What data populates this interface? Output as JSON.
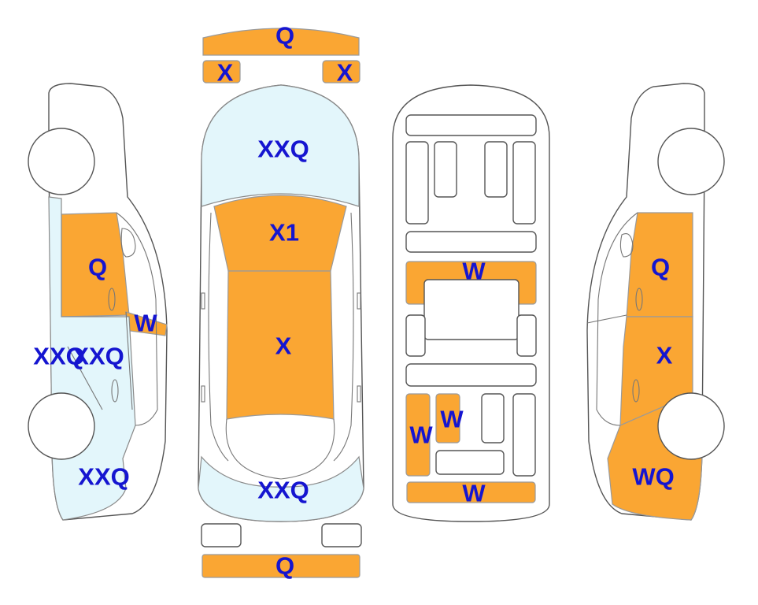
{
  "colors": {
    "damage_fill": "#FAA633",
    "glass_fill": "#E3F6FB",
    "code_text": "#1515D0",
    "outline": "#555555"
  },
  "labels": {
    "front_bumper": "Q",
    "front_left_lamp": "X",
    "front_right_lamp": "X",
    "windshield": "XXQ",
    "hood": "X1",
    "roof": "X",
    "rear_glass": "XXQ",
    "rear_bumper": "Q",
    "left_front_door": "Q",
    "left_mirror": "W",
    "left_side_glass_a": "XXQ",
    "left_side_glass_b": "XXQ",
    "left_rear_quarter": "XXQ",
    "under_crossmember": "W",
    "under_left_rail": "W",
    "under_mid_rail": "W",
    "under_rear_member": "W",
    "right_front_door": "Q",
    "right_rear_door": "X",
    "right_rear_quarter": "WQ"
  }
}
